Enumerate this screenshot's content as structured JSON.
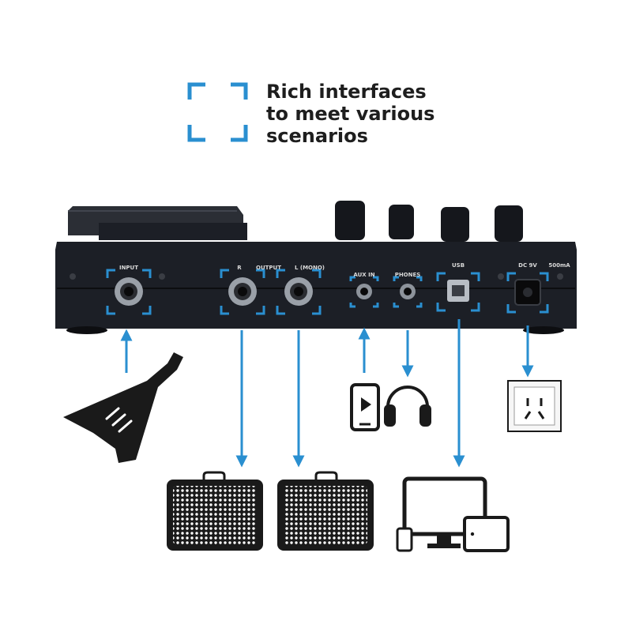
{
  "headline": {
    "line1": "Rich interfaces",
    "line2": "to meet various",
    "line3": "scenarios"
  },
  "panel_labels": {
    "input": "INPUT",
    "output_r": "R",
    "output": "OUTPUT",
    "output_l": "L (MONO)",
    "aux_in": "AUX IN",
    "phones": "PHONES",
    "usb": "USB",
    "dc": "DC 9V",
    "current": "500mA"
  },
  "colors": {
    "accent": "#2a8fd0",
    "device_body": "#1c1f26",
    "icon": "#1a1a1a"
  },
  "icons": [
    "focus-bracket-icon",
    "guitar-icon",
    "phone-play-icon",
    "headphones-icon",
    "power-socket-icon",
    "amplifier-icon",
    "computer-icon",
    "tablet-icon"
  ]
}
